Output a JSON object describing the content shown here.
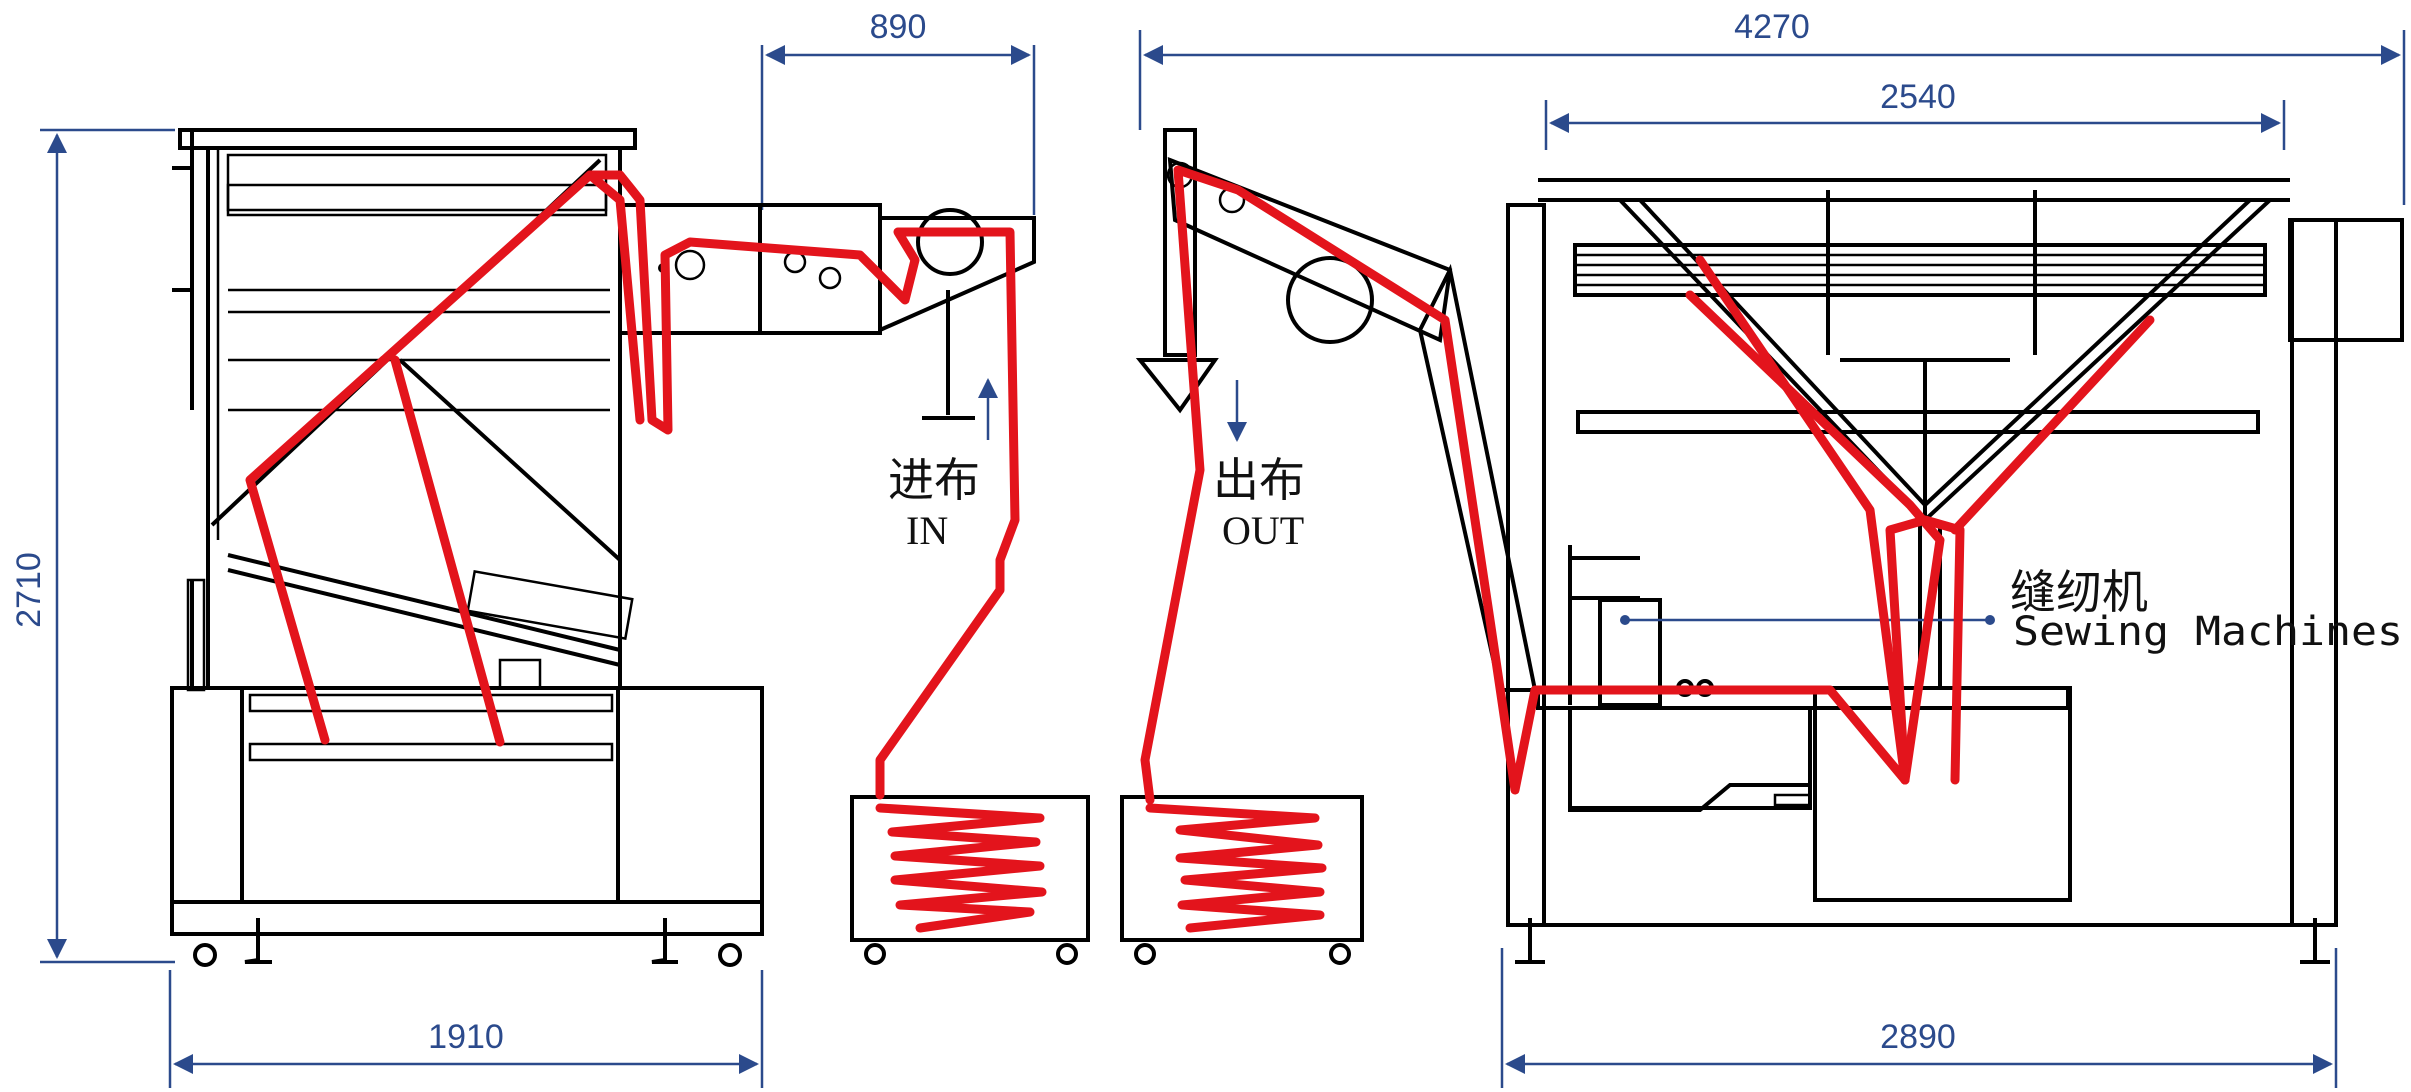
{
  "dimensions": {
    "left_height": "2710",
    "left_width": "1910",
    "feeder_width": "890",
    "total_width": "4270",
    "table_width": "2540",
    "right_width": "2890"
  },
  "labels": {
    "in_cn": "进布",
    "in_en": "IN",
    "out_cn": "出布",
    "out_en": "OUT",
    "sewing_cn": "缝纫机",
    "sewing_en": "Sewing Machines"
  },
  "colors": {
    "dimension": "#2b4a8c",
    "fabric_path": "#e3141c",
    "machine": "#000000"
  }
}
